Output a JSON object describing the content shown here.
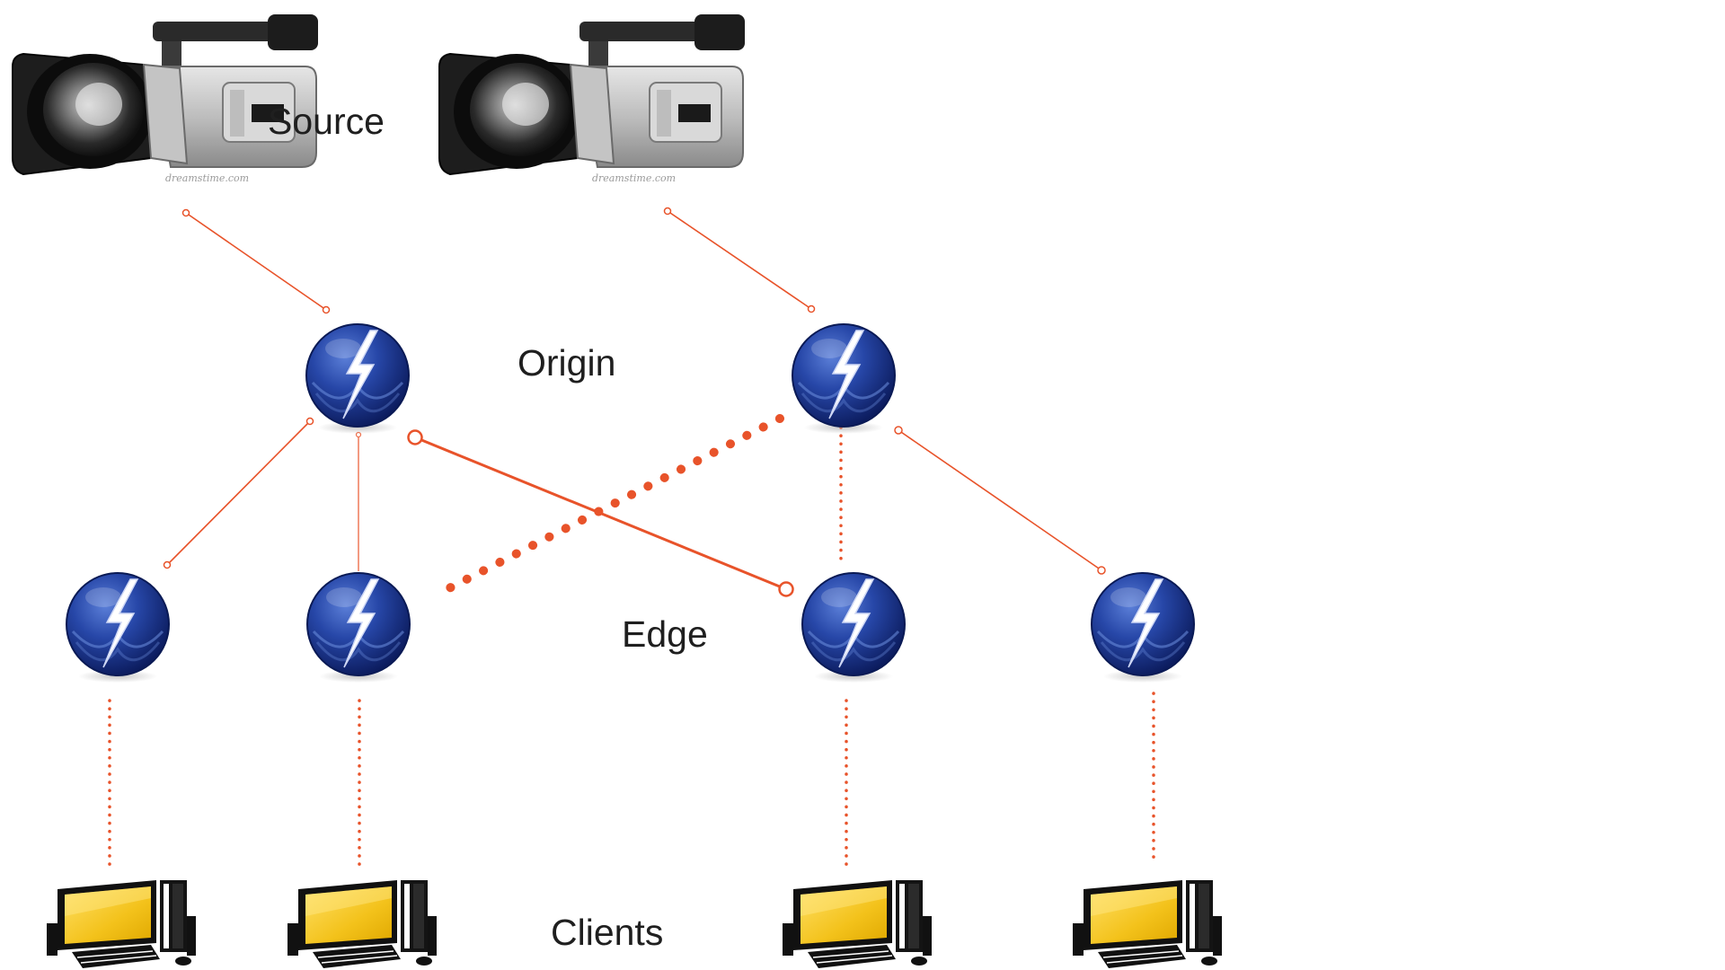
{
  "diagram": {
    "tiers": {
      "source": "Source",
      "origin": "Origin",
      "edge": "Edge",
      "clients": "Clients"
    },
    "watermark": "dreamstime.com",
    "colors": {
      "background": "#ffffff",
      "connector": "#e8532a",
      "connector_light": "#ee6f4c",
      "server_globe": "#1f3f9e",
      "server_globe_dark": "#0d1f66",
      "server_bolt": "#ffffff",
      "client_screen": "#f3c21b",
      "client_body": "#111111",
      "camera_body": "#c9c9c9",
      "camera_dark": "#1a1a1a",
      "label_text": "#1f1f1f"
    },
    "icons": {
      "camera": "video-camera-icon",
      "server": "flash-server-icon",
      "client": "desktop-computer-icon"
    },
    "nodes": {
      "sources": [
        "source-camera-1",
        "source-camera-2"
      ],
      "origins": [
        "origin-server-1",
        "origin-server-2"
      ],
      "edges": [
        "edge-server-1",
        "edge-server-2",
        "edge-server-3",
        "edge-server-4"
      ],
      "clients": [
        "client-computer-1",
        "client-computer-2",
        "client-computer-3",
        "client-computer-4"
      ]
    },
    "links": [
      {
        "from": "source-camera-1",
        "to": "origin-server-1",
        "style": "thin"
      },
      {
        "from": "source-camera-2",
        "to": "origin-server-2",
        "style": "thin"
      },
      {
        "from": "origin-server-1",
        "to": "edge-server-1",
        "style": "thin"
      },
      {
        "from": "origin-server-1",
        "to": "edge-server-2",
        "style": "thin"
      },
      {
        "from": "origin-server-1",
        "to": "edge-server-3",
        "style": "solid"
      },
      {
        "from": "origin-server-2",
        "to": "edge-server-2",
        "style": "thick-dotted"
      },
      {
        "from": "origin-server-2",
        "to": "edge-server-3",
        "style": "dotted"
      },
      {
        "from": "origin-server-2",
        "to": "edge-server-4",
        "style": "thin"
      },
      {
        "from": "edge-server-1",
        "to": "client-computer-1",
        "style": "dotted"
      },
      {
        "from": "edge-server-2",
        "to": "client-computer-2",
        "style": "dotted"
      },
      {
        "from": "edge-server-3",
        "to": "client-computer-3",
        "style": "dotted"
      },
      {
        "from": "edge-server-4",
        "to": "client-computer-4",
        "style": "dotted"
      }
    ]
  }
}
